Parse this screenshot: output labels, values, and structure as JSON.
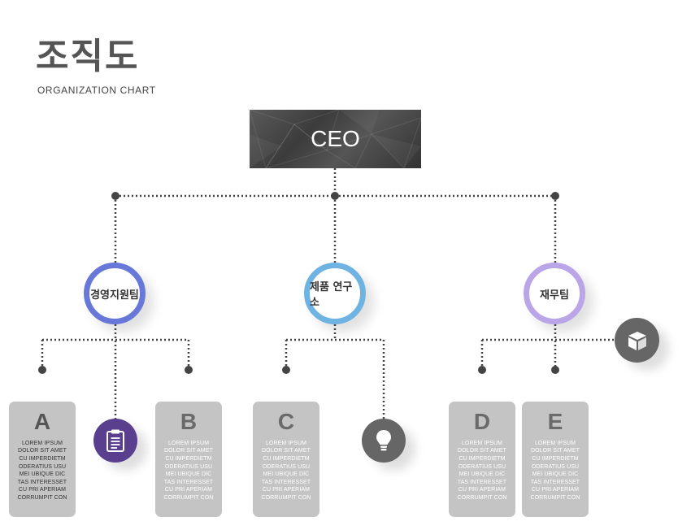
{
  "header": {
    "title": "조직도",
    "subtitle": "ORGANIZATION CHART"
  },
  "ceo": {
    "label": "CEO"
  },
  "teams": [
    {
      "name": "경영지원팀",
      "ring_color": "#6878d8"
    },
    {
      "name": "제품 연구소",
      "ring_color": "#6fb3e3"
    },
    {
      "name": "재무팀",
      "ring_color": "#b9a5e8"
    }
  ],
  "cards": [
    {
      "letter": "A",
      "lines": [
        "LOREM IPSUM",
        "DOLOR SIT AMET",
        "CU IMPERDIETM",
        "ODERATIUS USU",
        "MEI UBIQUE DIC",
        "TAS INTERESSET",
        "CU PRI APERIAM",
        "CORRUMPIT CON"
      ]
    },
    {
      "letter": "B",
      "lines": [
        "LOREM IPSUM",
        "DOLOR SIT AMET",
        "CU IMPERDIETM",
        "ODERATIUS USU",
        "MEI UBIQUE DIC",
        "TAS INTERESSET",
        "CU PRI APERIAM",
        "CORRUMPIT CON"
      ]
    },
    {
      "letter": "C",
      "lines": [
        "LOREM IPSUM",
        "DOLOR SIT AMET",
        "CU IMPERDIETM",
        "ODERATIUS USU",
        "MEI UBIQUE DIC",
        "TAS INTERESSET",
        "CU PRI APERIAM",
        "CORRUMPIT CON"
      ]
    },
    {
      "letter": "D",
      "lines": [
        "LOREM IPSUM",
        "DOLOR SIT AMET",
        "CU IMPERDIETM",
        "ODERATIUS USU",
        "MEI UBIQUE DIC",
        "TAS INTERESSET",
        "CU PRI APERIAM",
        "CORRUMPIT CON"
      ]
    },
    {
      "letter": "E",
      "lines": [
        "LOREM IPSUM",
        "DOLOR SIT AMET",
        "CU IMPERDIETM",
        "ODERATIUS USU",
        "MEI UBIQUE DIC",
        "TAS INTERESSET",
        "CU PRI APERIAM",
        "CORRUMPIT CON"
      ]
    }
  ],
  "icons": [
    {
      "name": "clipboard-icon",
      "color": "#5a3f8f"
    },
    {
      "name": "lightbulb-icon",
      "color": "#666666"
    },
    {
      "name": "box-icon",
      "color": "#666666"
    }
  ],
  "colors": {
    "connector": "#444444",
    "card_bg": "#c4c4c4"
  }
}
